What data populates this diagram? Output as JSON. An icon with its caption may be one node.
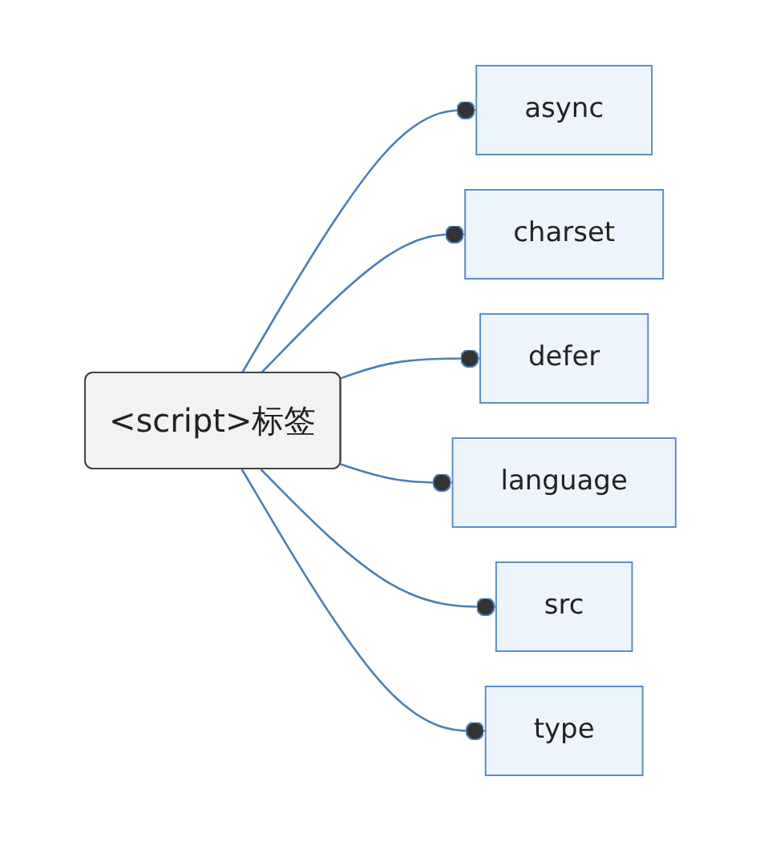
{
  "diagram": {
    "nodes": [
      {
        "text": [
          "<script>标签"
        ]
      },
      {
        "text": [
          "async"
        ]
      },
      {
        "text": [
          "charset"
        ]
      },
      {
        "text": [
          "defer"
        ]
      },
      {
        "text": [
          "language"
        ]
      },
      {
        "text": [
          "src"
        ]
      },
      {
        "text": [
          "type"
        ]
      }
    ],
    "edges": [
      {
        "from": 0,
        "to": 1,
        "arrow": "other"
      },
      {
        "from": 0,
        "to": 2,
        "arrow": "other"
      },
      {
        "from": 0,
        "to": 3,
        "arrow": "other"
      },
      {
        "from": 0,
        "to": 4,
        "arrow": "other"
      },
      {
        "from": 0,
        "to": 5,
        "arrow": "other"
      },
      {
        "from": 0,
        "to": 6,
        "arrow": "other"
      }
    ]
  }
}
